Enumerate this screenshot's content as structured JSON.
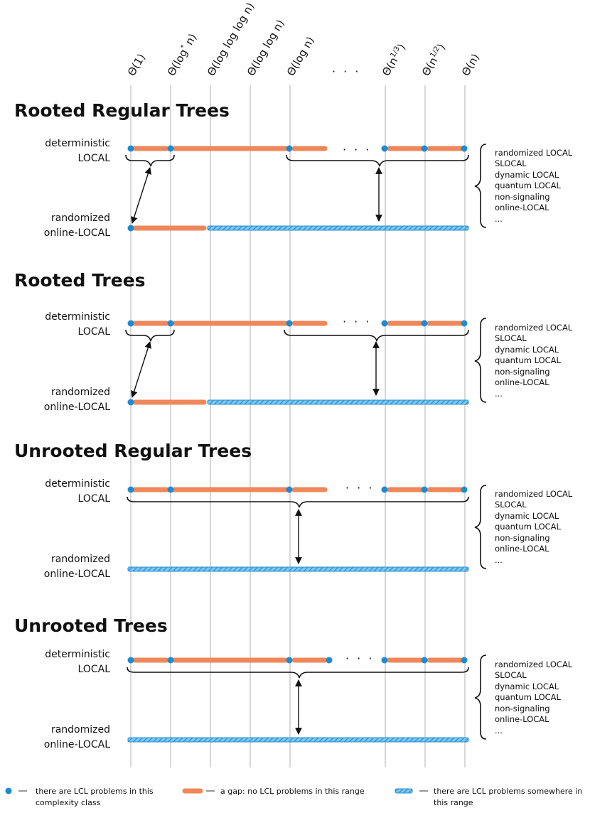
{
  "column_labels": [
    {
      "pre": "Θ(1)",
      "sup": "",
      "post": ""
    },
    {
      "pre": "Θ(log",
      "sup": "*",
      "post": " n)"
    },
    {
      "pre": "Θ(log log log n)",
      "sup": "",
      "post": ""
    },
    {
      "pre": "Θ(log log n)",
      "sup": "",
      "post": ""
    },
    {
      "pre": "Θ(log n)",
      "sup": "",
      "post": ""
    },
    {
      "pre": "· · ·",
      "sup": "",
      "post": ""
    },
    {
      "pre": "Θ(n",
      "sup": "1/3",
      "post": ")"
    },
    {
      "pre": "Θ(n",
      "sup": "1/2",
      "post": ")"
    },
    {
      "pre": "Θ(n)",
      "sup": "",
      "post": ""
    }
  ],
  "row_labels": {
    "det_line1": "deterministic",
    "det_line2": "LOCAL",
    "rand_line1": "randomized",
    "rand_line2": "online-LOCAL"
  },
  "ellipsis": "· · ·",
  "models": [
    "randomized LOCAL",
    "SLOCAL",
    "dynamic LOCAL",
    "quantum LOCAL",
    "non-signaling",
    "online-LOCAL",
    "..."
  ],
  "sections": [
    {
      "title": "Rooted Regular Trees"
    },
    {
      "title": "Rooted Trees"
    },
    {
      "title": "Unrooted Regular Trees"
    },
    {
      "title": "Unrooted Trees"
    }
  ],
  "legend": {
    "dot_line1": "there are LCL problems in this",
    "dot_line2": "complexity class",
    "gap_line1": "a gap:  no LCL problems in this range",
    "hatch_line1": "there are LCL problems somewhere in",
    "hatch_line2": "this range"
  },
  "colors": {
    "dot": "#1f8ad0",
    "gap": "#f0875a",
    "hatch": "#2a8fcf",
    "grid": "#cfcfcf"
  }
}
